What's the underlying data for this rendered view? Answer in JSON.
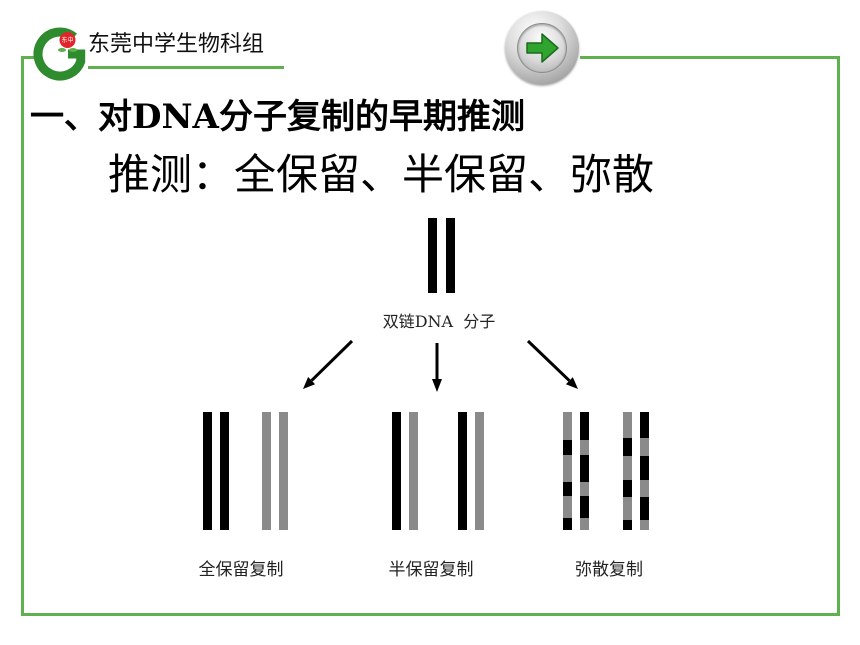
{
  "header": {
    "logo_badge_text": "东中",
    "group_name": "东莞中学生物科组"
  },
  "icons": {
    "logo": "g-logo-icon",
    "next": "arrow-right-icon"
  },
  "slide": {
    "heading": "一、对DNA分子复制的早期推测",
    "subheading": "推测：全保留、半保留、弥散"
  },
  "diagram": {
    "parent_label": "双链DNA  分子",
    "models": [
      {
        "label": "全保留复制"
      },
      {
        "label": "半保留复制"
      },
      {
        "label": "弥散复制"
      }
    ]
  },
  "colors": {
    "frame": "#5fb04f",
    "logo": "#2e8b2e",
    "badge": "#e0262b",
    "parent_strand": "#000000",
    "new_strand": "#8a8a8a",
    "arrow_icon": "#2fa52f"
  }
}
